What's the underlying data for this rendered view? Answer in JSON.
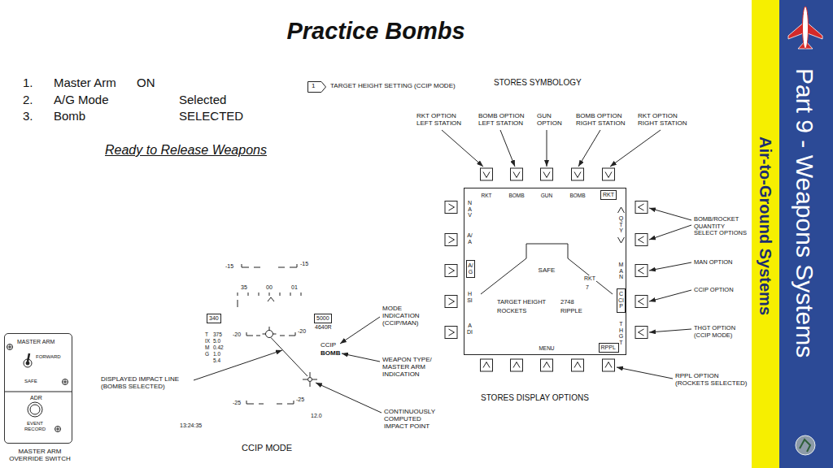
{
  "diagram": {
    "title": "Practice Bombs",
    "nodes": [
      {
        "text": [
          "1"
        ]
      },
      {
        "text": [
          "RKT",
          "BOMB",
          "GUN",
          "BOMB",
          "NAV",
          "A/A",
          "HSI",
          "ADI",
          "QTY",
          "MAN",
          "THGT",
          "SAFE",
          "RKT",
          "7",
          "TARGET HEIGHT",
          "ROCKETS",
          "2748",
          "RIPPLE",
          "MENU"
        ]
      },
      {
        "text": [
          "RKT"
        ],
        "in": 1
      },
      {
        "text": [
          "A/G"
        ],
        "in": 1
      },
      {
        "text": [
          "CCIP"
        ],
        "in": 1
      },
      {
        "text": [
          "RPPL"
        ],
        "in": 1
      },
      {
        "text": [
          "340"
        ]
      },
      {
        "text": [
          "5000"
        ]
      },
      {
        "text": [
          "MASTER ARM",
          "FORWARD",
          "SAFE",
          "ADR",
          "EVENT RECORD",
          "MASTER ARM OVERRIDE SWITCH"
        ]
      },
      {
        "text": [
          "Part 9 - Weapons Systems"
        ]
      },
      {
        "text": [
          "Air-to-Ground Systems"
        ]
      }
    ],
    "labels": [
      "1.",
      "Master Arm",
      "ON",
      "2.",
      "A/G Mode",
      "Selected",
      "3.",
      "Bomb",
      "SELECTED",
      "Ready to Release Weapons",
      "TARGET HEIGHT SETTING (CCIP MODE)",
      "STORES SYMBOLOGY",
      "RKT OPTION LEFT STATION",
      "BOMB OPTION LEFT STATION",
      "GUN OPTION",
      "BOMB OPTION RIGHT STATION",
      "RKT OPTION RIGHT STATION",
      "BOMB/ROCKET QUANTITY SELECT OPTIONS",
      "MAN OPTION",
      "CCIP OPTION",
      "THGT OPTION (CCIP MODE)",
      "RPPL OPTION (ROCKETS SELECTED)",
      "STORES DISPLAY OPTIONS",
      "-15",
      "-15",
      "35",
      "00",
      "01",
      "4640R",
      "T",
      "375",
      "IX",
      "5.0",
      "M",
      "0.42",
      "G",
      "1.0",
      "5.4",
      "-20",
      "-20",
      "CCIP",
      "BOMB",
      "-25",
      "-25",
      "12.0",
      "13:24:35",
      "MODE INDICATION (CCIP/MAN)",
      "WEAPON TYPE/ MASTER ARM INDICATION",
      "DISPLAYED IMPACT LINE (BOMBS SELECTED)",
      "CONTINUOUSLY COMPUTED IMPACT POINT",
      "CCIP MODE"
    ]
  }
}
